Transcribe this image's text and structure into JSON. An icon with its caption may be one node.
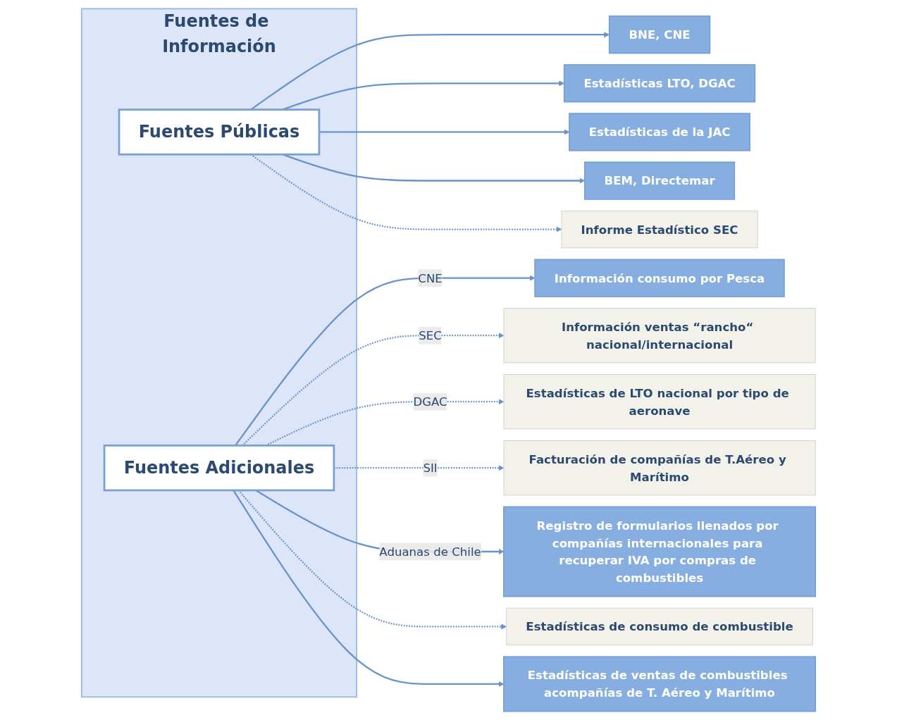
{
  "diagram": {
    "nodes": [
      {
        "text": [
          "Fuentes de Información"
        ]
      },
      {
        "text": [
          "Fuentes Públicas"
        ],
        "in": 0
      },
      {
        "text": [
          "Fuentes Adicionales"
        ],
        "in": 0
      },
      {
        "text": [
          "BNE, CNE"
        ]
      },
      {
        "text": [
          "Estadísticas LTO, DGAC"
        ]
      },
      {
        "text": [
          "Estadísticas de la JAC"
        ]
      },
      {
        "text": [
          "BEM, Directemar"
        ]
      },
      {
        "text": [
          "Informe Estadístico SEC"
        ]
      },
      {
        "text": [
          "Información consumo por Pesca"
        ]
      },
      {
        "text": [
          "Información ventas “rancho“ nacional/internacional"
        ]
      },
      {
        "text": [
          "Estadísticas de LTO nacional por tipo de aeronave"
        ]
      },
      {
        "text": [
          "Facturación de compañías de T.Aéreo y Marítimo"
        ]
      },
      {
        "text": [
          "Registro de formularios llenados por compañías internacionales para recuperar IVA por compras de combustibles"
        ]
      },
      {
        "text": [
          "Estadísticas de consumo de combustible"
        ]
      },
      {
        "text": [
          "Estadísticas de ventas de combustibles acompañías de T. Aéreo y Marítimo"
        ]
      }
    ],
    "edges": [
      {
        "from": 1,
        "to": 3,
        "arrow": "to"
      },
      {
        "from": 1,
        "to": 4,
        "arrow": "to"
      },
      {
        "from": 1,
        "to": 5,
        "arrow": "to"
      },
      {
        "from": 1,
        "to": 6,
        "arrow": "to"
      },
      {
        "from": 1,
        "to": 7,
        "arrow": "to",
        "style": "dashed"
      },
      {
        "from": 2,
        "to": 8,
        "arrow": "to",
        "label": "CNE"
      },
      {
        "from": 2,
        "to": 9,
        "arrow": "to",
        "label": "SEC",
        "style": "dashed"
      },
      {
        "from": 2,
        "to": 10,
        "arrow": "to",
        "label": "DGAC",
        "style": "dashed"
      },
      {
        "from": 2,
        "to": 11,
        "arrow": "to",
        "label": "SII",
        "style": "dashed"
      },
      {
        "from": 2,
        "to": 12,
        "arrow": "to",
        "label": "Aduanas de Chile"
      },
      {
        "from": 2,
        "to": 13,
        "arrow": "to",
        "style": "dashed"
      },
      {
        "from": 2,
        "to": 14,
        "arrow": "to"
      }
    ]
  }
}
